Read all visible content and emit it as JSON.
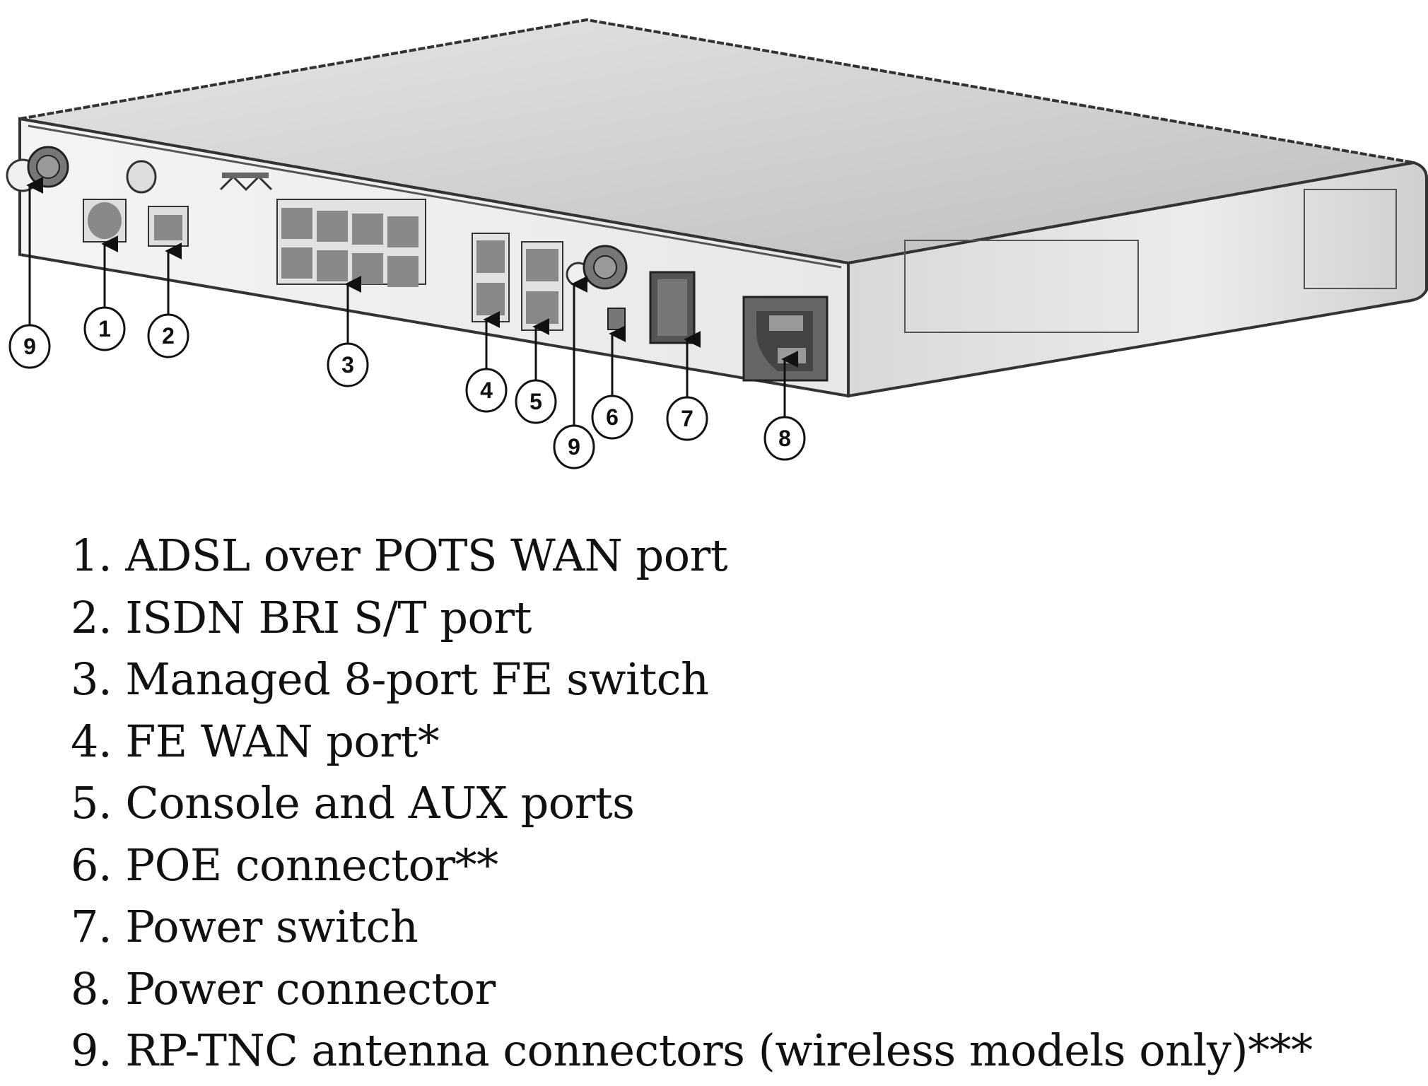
{
  "figure": {
    "subject": "router rear panel illustration",
    "callouts": [
      "9",
      "1",
      "2",
      "3",
      "4",
      "5",
      "9",
      "6",
      "7",
      "8"
    ]
  },
  "legend": [
    {
      "number": "1.",
      "label": "ADSL over POTS WAN port"
    },
    {
      "number": "2.",
      "label": "ISDN BRI S/T port"
    },
    {
      "number": "3.",
      "label": "Managed 8-port FE switch"
    },
    {
      "number": "4.",
      "label": "FE WAN port*"
    },
    {
      "number": "5.",
      "label": "Console and AUX ports"
    },
    {
      "number": "6.",
      "label": "POE connector**"
    },
    {
      "number": "7.",
      "label": "Power switch"
    },
    {
      "number": "8.",
      "label": "Power connector"
    },
    {
      "number": "9.",
      "label": "RP-TNC antenna connectors (wireless models only)***"
    }
  ]
}
